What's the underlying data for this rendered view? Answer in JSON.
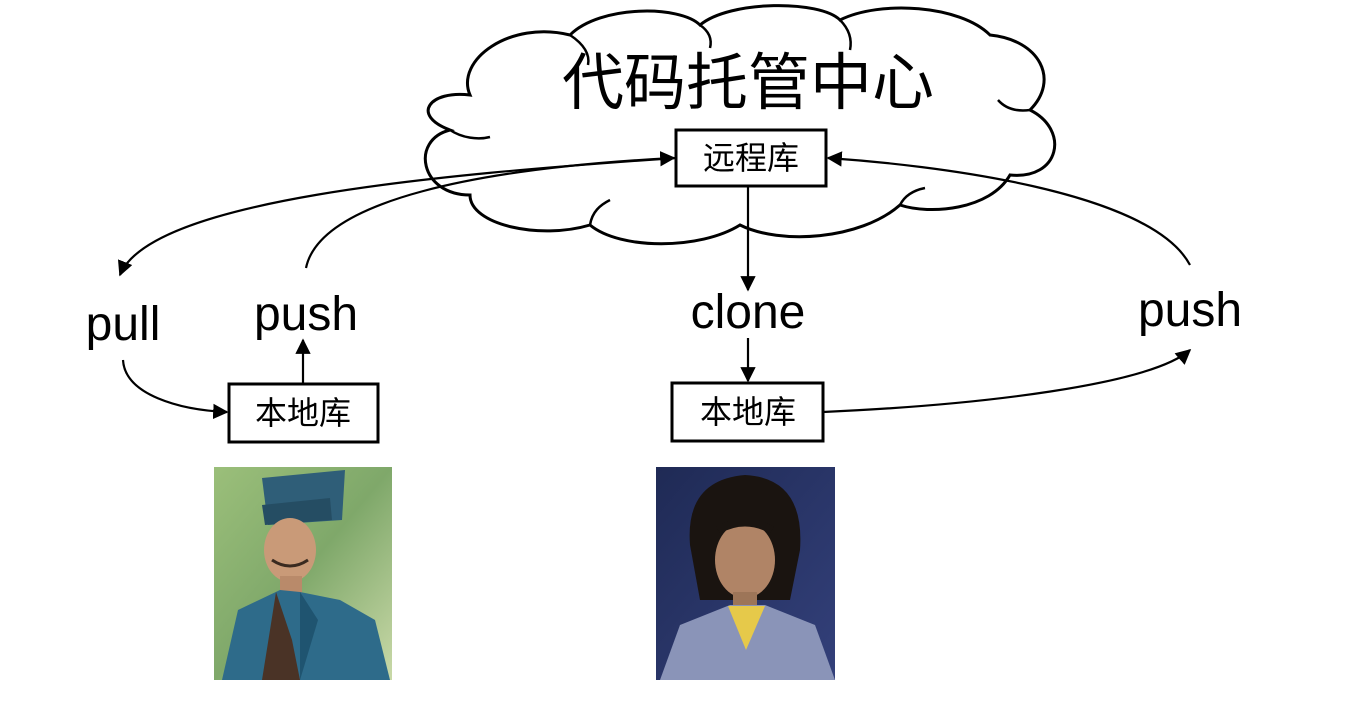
{
  "cloud": {
    "title": "代码托管中心"
  },
  "remote_repo": {
    "label": "远程库"
  },
  "left": {
    "pull_label": "pull",
    "push_label": "push",
    "local_repo_label": "本地库"
  },
  "right": {
    "clone_label": "clone",
    "push_label": "push",
    "local_repo_label": "本地库"
  },
  "colors": {
    "stroke": "#000000",
    "background": "#ffffff"
  },
  "icons": [
    "portrait-photo-left-user",
    "portrait-photo-right-user"
  ]
}
